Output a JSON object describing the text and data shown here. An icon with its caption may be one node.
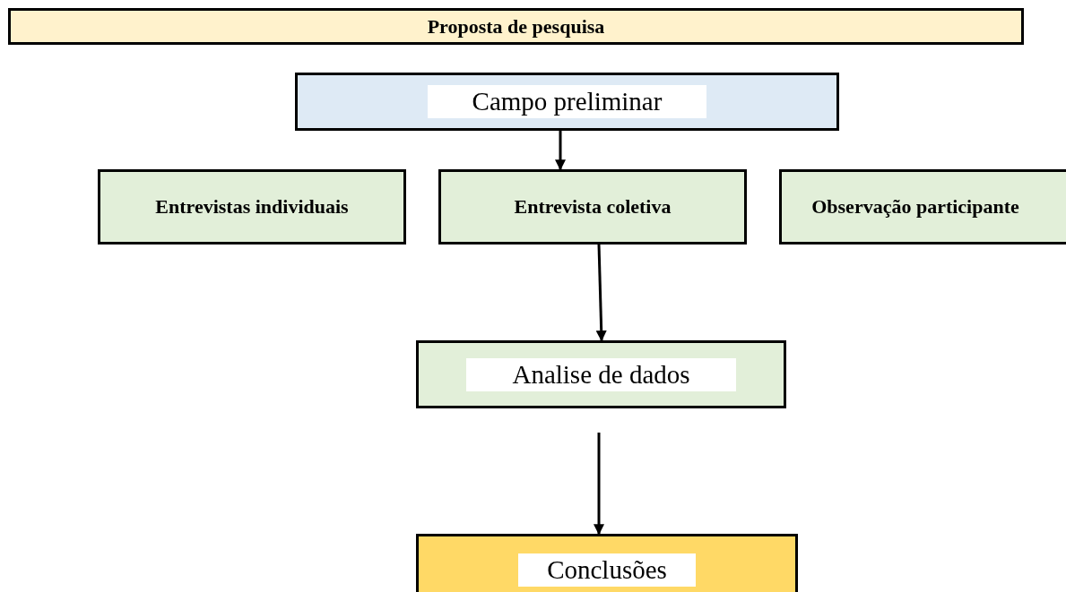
{
  "diagram": {
    "nodes": [
      {
        "text": [
          "Proposta de pesquisa"
        ]
      },
      {
        "text": [
          "Campo preliminar"
        ]
      },
      {
        "text": [
          "Entrevistas individuais"
        ]
      },
      {
        "text": [
          "Entrevista coletiva"
        ]
      },
      {
        "text": [
          "Observação participante"
        ]
      },
      {
        "text": [
          "Analise de dados"
        ]
      },
      {
        "text": [
          "Conclusões"
        ]
      }
    ],
    "edges": [
      {
        "from": 1,
        "to": 3,
        "arrow": "to"
      },
      {
        "from": 3,
        "to": 5,
        "arrow": "to"
      },
      {
        "from": null,
        "to": 6,
        "arrow": "to"
      }
    ]
  }
}
